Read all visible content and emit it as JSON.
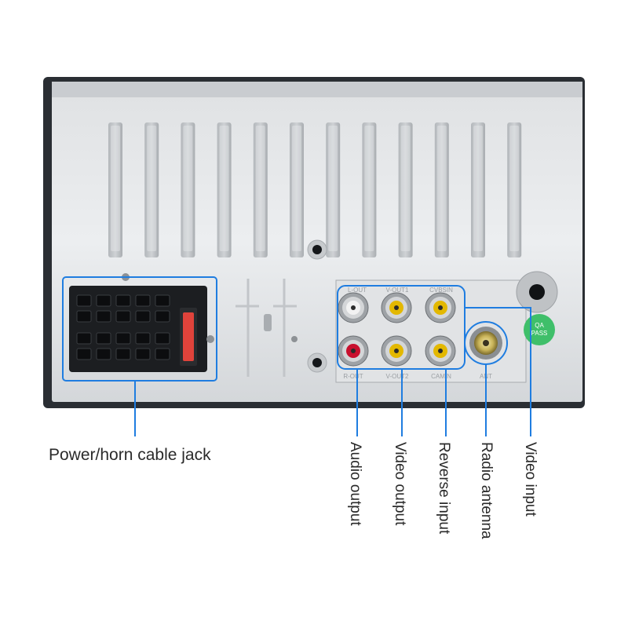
{
  "labels": {
    "power": "Power/horn cable jack",
    "audio_output": "Audio output",
    "video_output": "Video output",
    "reverse_input": "Reverse input",
    "radio_antenna": "Radio antenna",
    "video_input": "Video input"
  },
  "port_labels": {
    "l_out": "L-OUT",
    "v_out1": "V-OUT1",
    "cvbs_in": "CVBSIN",
    "r_out": "R-OUT",
    "v_out2": "V-OUT2",
    "cam_in": "CAMIN",
    "ant": "ANT"
  },
  "badge": {
    "line1": "QA",
    "line2": "PASS"
  },
  "colors": {
    "callout": "#1f7de0",
    "badge": "#3fbf6a",
    "rca_yellow": "#e3b800",
    "rca_red": "#c8102e",
    "rca_white": "#f2f2f2"
  },
  "fin_count": 12
}
